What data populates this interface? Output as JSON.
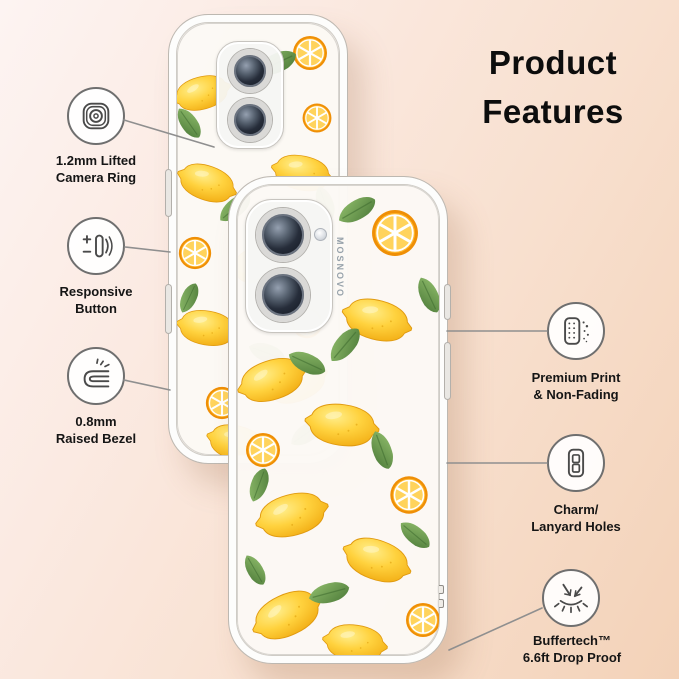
{
  "title": {
    "line1": "Product",
    "line2": "Features"
  },
  "phone": {
    "brand": "MOSNOVO"
  },
  "features": {
    "camera_ring": {
      "line1": "1.2mm Lifted",
      "line2": "Camera Ring"
    },
    "responsive_button": {
      "line1": "Responsive",
      "line2": "Button"
    },
    "raised_bezel": {
      "line1": "0.8mm",
      "line2": "Raised Bezel"
    },
    "premium_print": {
      "line1": "Premium Print",
      "line2": "& Non-Fading"
    },
    "lanyard_holes": {
      "line1": "Charm/",
      "line2": "Lanyard Holes"
    },
    "drop_proof": {
      "line1": "Buffertech™",
      "line2": "6.6ft Drop Proof"
    }
  },
  "icons": {
    "camera_ring": "camera-ring-icon",
    "responsive_button": "plus-minus-button-icon",
    "raised_bezel": "raised-bezel-icon",
    "premium_print": "print-dots-icon",
    "lanyard_holes": "lanyard-holes-icon",
    "drop_proof": "impact-arrows-icon"
  },
  "colors": {
    "lemon_yellow": "#FFD23E",
    "lemon_highlight": "#FFEE8C",
    "lemon_deep": "#F0A80E",
    "slice_rind": "#EF8F06",
    "slice_flesh": "#FFD35C",
    "leaf_green_light": "#8FBC6B",
    "leaf_green_dark": "#4E7C3A",
    "background_top": "#FDF4F2",
    "background_bottom": "#F3D2B8",
    "callout_border": "#6F6F6F",
    "label_text": "#151515"
  }
}
